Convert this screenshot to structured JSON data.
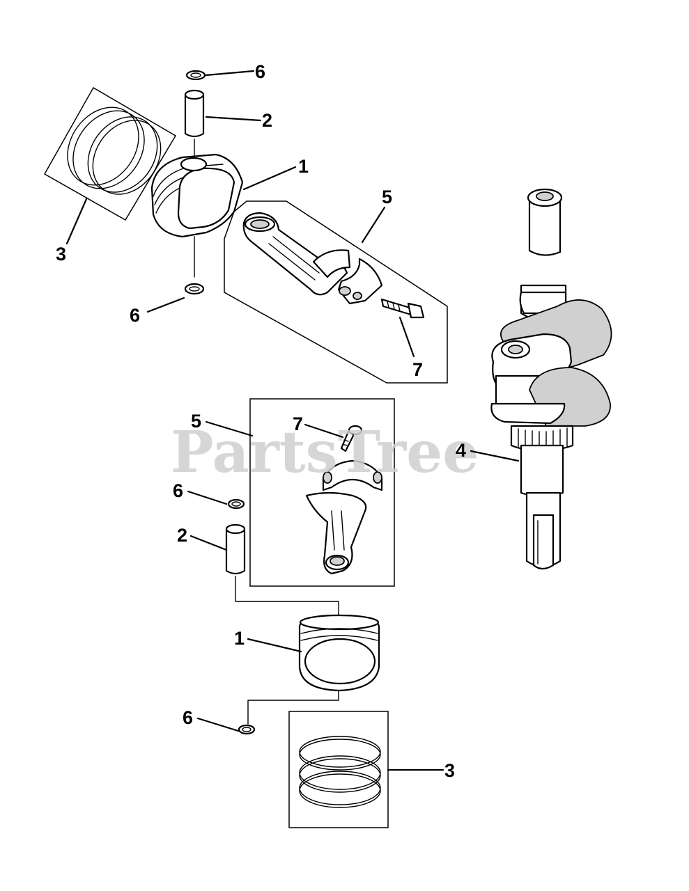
{
  "watermark": "PartsTree",
  "callouts": [
    {
      "id": "top-6a",
      "text": "6"
    },
    {
      "id": "top-2",
      "text": "2"
    },
    {
      "id": "top-1",
      "text": "1"
    },
    {
      "id": "top-3",
      "text": "3"
    },
    {
      "id": "top-5",
      "text": "5"
    },
    {
      "id": "top-6b",
      "text": "6"
    },
    {
      "id": "top-7",
      "text": "7"
    },
    {
      "id": "crank-4",
      "text": "4"
    },
    {
      "id": "bot-5",
      "text": "5"
    },
    {
      "id": "bot-7",
      "text": "7"
    },
    {
      "id": "bot-6a",
      "text": "6"
    },
    {
      "id": "bot-2",
      "text": "2"
    },
    {
      "id": "bot-1",
      "text": "1"
    },
    {
      "id": "bot-6b",
      "text": "6"
    },
    {
      "id": "bot-3",
      "text": "3"
    }
  ]
}
